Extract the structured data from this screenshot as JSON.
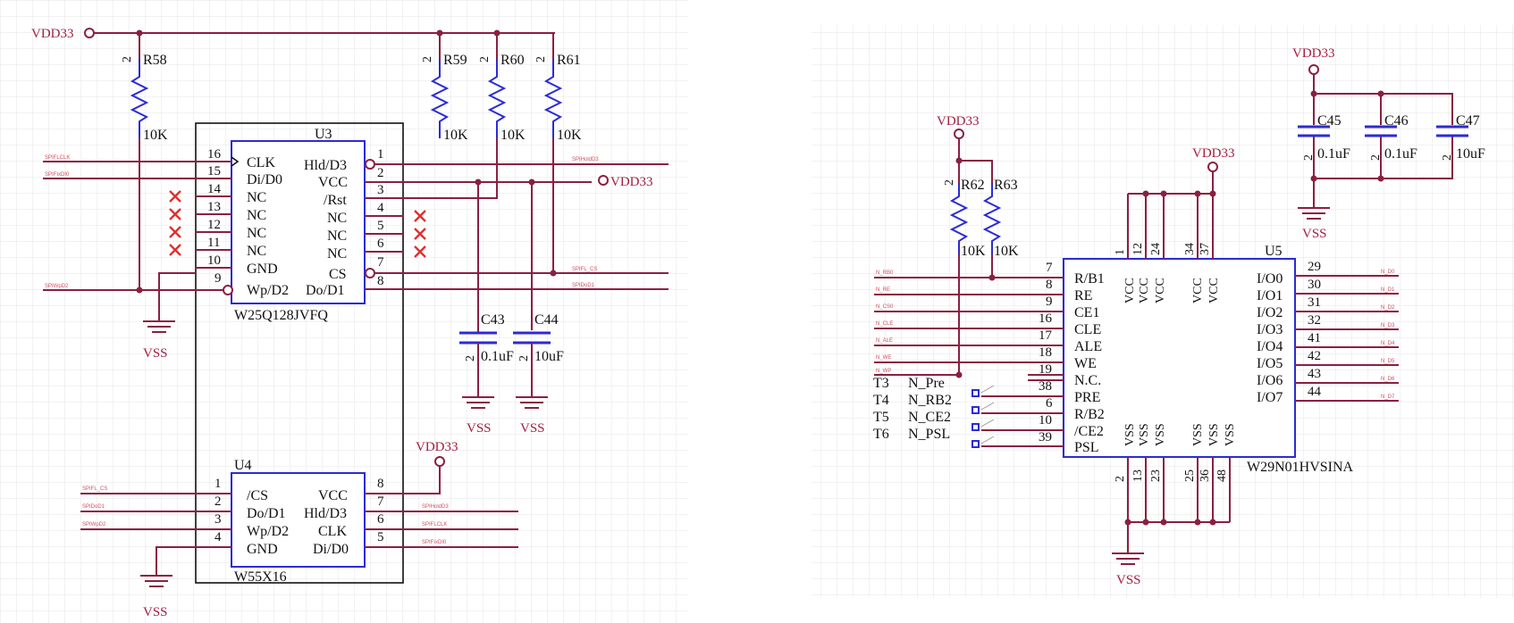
{
  "colors": {
    "wire": "#8a2040",
    "chip": "#2b2bd6",
    "nc_mark": "#e03030",
    "grid": "#e4e4e4"
  },
  "power": {
    "vdd": "VDD33",
    "vss": "VSS"
  },
  "u3": {
    "ref": "U3",
    "part": "W25Q128JVFQ",
    "left_pins": [
      {
        "num": "16",
        "name": "CLK",
        "net": "SPIFLCLK"
      },
      {
        "num": "15",
        "name": "Di/D0",
        "net": "SPIFIxDI0"
      },
      {
        "num": "14",
        "name": "NC",
        "net": ""
      },
      {
        "num": "13",
        "name": "NC",
        "net": ""
      },
      {
        "num": "12",
        "name": "NC",
        "net": ""
      },
      {
        "num": "11",
        "name": "NC",
        "net": ""
      },
      {
        "num": "10",
        "name": "GND",
        "net": ""
      },
      {
        "num": "9",
        "name": "Wp/D2",
        "net": "SPIWpD2"
      }
    ],
    "right_pins": [
      {
        "num": "1",
        "name": "Hld/D3",
        "net": "SPIHoldD3"
      },
      {
        "num": "2",
        "name": "VCC",
        "net": ""
      },
      {
        "num": "3",
        "name": "/Rst",
        "net": ""
      },
      {
        "num": "4",
        "name": "NC",
        "net": ""
      },
      {
        "num": "5",
        "name": "NC",
        "net": ""
      },
      {
        "num": "6",
        "name": "NC",
        "net": ""
      },
      {
        "num": "7",
        "name": "CS",
        "net": "SPIFL_CS"
      },
      {
        "num": "8",
        "name": "Do/D1",
        "net": "SPIDoD1"
      }
    ]
  },
  "u4": {
    "ref": "U4",
    "part": "W55X16",
    "left_pins": [
      {
        "num": "1",
        "name": "/CS",
        "net": "SPIFL_CS"
      },
      {
        "num": "2",
        "name": "Do/D1",
        "net": "SPIDoD1"
      },
      {
        "num": "3",
        "name": "Wp/D2",
        "net": "SPIWpD2"
      },
      {
        "num": "4",
        "name": "GND",
        "net": ""
      }
    ],
    "right_pins": [
      {
        "num": "8",
        "name": "VCC",
        "net": ""
      },
      {
        "num": "7",
        "name": "Hld/D3",
        "net": "SPIHoldD3"
      },
      {
        "num": "6",
        "name": "CLK",
        "net": "SPIFLCLK"
      },
      {
        "num": "5",
        "name": "Di/D0",
        "net": "SPIFIxDI0"
      }
    ]
  },
  "resistors": [
    {
      "ref": "R58",
      "value": "10K",
      "pin": "2"
    },
    {
      "ref": "R59",
      "value": "10K",
      "pin": "2"
    },
    {
      "ref": "R60",
      "value": "10K",
      "pin": "2"
    },
    {
      "ref": "R61",
      "value": "10K",
      "pin": "2"
    },
    {
      "ref": "R62",
      "value": "10K",
      "pin": "2"
    },
    {
      "ref": "R63",
      "value": "10K",
      "pin": "2"
    }
  ],
  "caps": [
    {
      "ref": "C43",
      "value": "0.1uF",
      "pin": "2"
    },
    {
      "ref": "C44",
      "value": "10uF",
      "pin": "2"
    },
    {
      "ref": "C45",
      "value": "0.1uF",
      "pin": "2"
    },
    {
      "ref": "C46",
      "value": "0.1uF",
      "pin": "2"
    },
    {
      "ref": "C47",
      "value": "10uF",
      "pin": "2"
    }
  ],
  "u5": {
    "ref": "U5",
    "part": "W29N01HVSINA",
    "left_pins": [
      {
        "num": "7",
        "name": "R/B1",
        "net": "N_RB0"
      },
      {
        "num": "8",
        "name": "RE",
        "net": "N_RE"
      },
      {
        "num": "9",
        "name": "CE1",
        "net": "N_CS0"
      },
      {
        "num": "16",
        "name": "CLE",
        "net": "N_CLE"
      },
      {
        "num": "17",
        "name": "ALE",
        "net": "N_ALE"
      },
      {
        "num": "18",
        "name": "WE",
        "net": "N_WE"
      },
      {
        "num": "19",
        "name": "N.C.",
        "net": "N_WP"
      },
      {
        "num": "38",
        "name": "PRE",
        "net": ""
      },
      {
        "num": "6",
        "name": "R/B2",
        "net": ""
      },
      {
        "num": "10",
        "name": "/CE2",
        "net": ""
      },
      {
        "num": "39",
        "name": "PSL",
        "net": ""
      }
    ],
    "right_pins": [
      {
        "num": "29",
        "name": "I/O0",
        "net": "N_D0"
      },
      {
        "num": "30",
        "name": "I/O1",
        "net": "N_D1"
      },
      {
        "num": "31",
        "name": "I/O2",
        "net": "N_D2"
      },
      {
        "num": "32",
        "name": "I/O3",
        "net": "N_D3"
      },
      {
        "num": "41",
        "name": "I/O4",
        "net": "N_D4"
      },
      {
        "num": "42",
        "name": "I/O5",
        "net": "N_D5"
      },
      {
        "num": "43",
        "name": "I/O6",
        "net": "N_D6"
      },
      {
        "num": "44",
        "name": "I/O7",
        "net": "N_D7"
      }
    ],
    "top_pins": [
      "1",
      "12",
      "24",
      "34",
      "37"
    ],
    "top_names": [
      "VCC",
      "VCC",
      "VCC",
      "VCC",
      "VCC"
    ],
    "bottom_pins": [
      "2",
      "13",
      "23",
      "25",
      "36",
      "48"
    ],
    "bottom_names": [
      "VSS",
      "VSS",
      "VSS",
      "VSS",
      "VSS",
      "VSS"
    ]
  },
  "testpoints": [
    {
      "ref": "T3",
      "net": "N_Pre"
    },
    {
      "ref": "T4",
      "net": "N_RB2"
    },
    {
      "ref": "T5",
      "net": "N_CE2"
    },
    {
      "ref": "T6",
      "net": "N_PSL"
    }
  ]
}
